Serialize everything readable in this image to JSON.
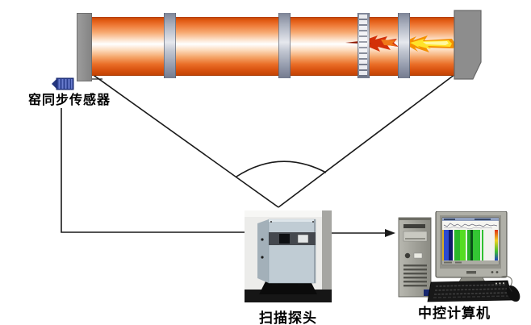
{
  "diagram": {
    "type": "rotary-kiln-infrared-scanning-system",
    "background": "#ffffff",
    "labels": {
      "kiln_sensor": "窑同步传感器",
      "scanner": "扫描探头",
      "computer": "中控计算机"
    },
    "colors": {
      "kiln_orange": "#e8641f",
      "kiln_shadow": "#c34304",
      "kiln_highlight": "#ffffff",
      "ring_gray": "#aab0be",
      "cap_gray": "#8d8d8d",
      "flame_red": "#d33008",
      "flame_yellow": "#ffe32a",
      "sensor_blue": "#2c4090",
      "line_color": "#1a1a1a",
      "label_color": "#000000"
    },
    "icons": {
      "kiln_sync_sensor": "ribbed-cylinder-sensor",
      "scan_angle_arc": "arc",
      "flow_arrow": "right-arrow",
      "scanner_device": "scanner-probe-photo",
      "control_computer": "desktop-workstation-photo"
    }
  }
}
